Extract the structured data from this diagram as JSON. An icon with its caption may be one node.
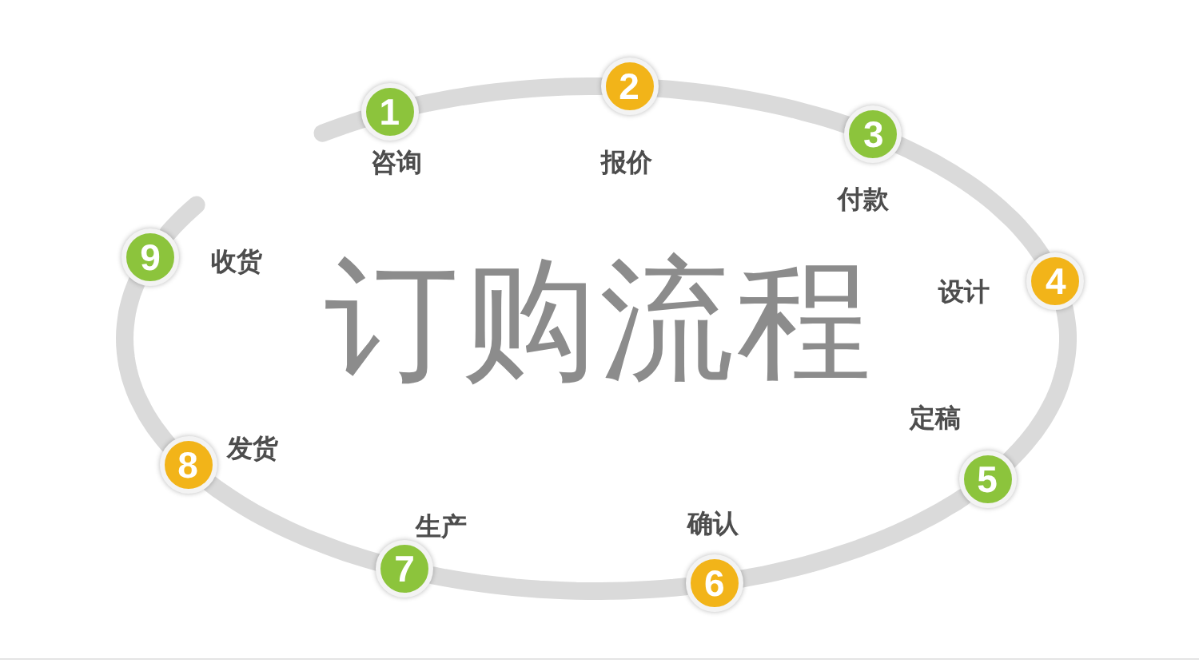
{
  "diagram": {
    "title": "订购流程",
    "nodes": [
      {
        "text": [
          "1"
        ],
        "beside": [
          "咨询"
        ]
      },
      {
        "text": [
          "2"
        ],
        "beside": [
          "报价"
        ]
      },
      {
        "text": [
          "3"
        ],
        "beside": [
          "付款"
        ]
      },
      {
        "text": [
          "4"
        ],
        "beside": [
          "设计"
        ]
      },
      {
        "text": [
          "5"
        ],
        "beside": [
          "定稿"
        ]
      },
      {
        "text": [
          "6"
        ],
        "beside": [
          "确认"
        ]
      },
      {
        "text": [
          "7"
        ],
        "beside": [
          "生产"
        ]
      },
      {
        "text": [
          "8"
        ],
        "beside": [
          "发货"
        ]
      },
      {
        "text": [
          "9"
        ],
        "beside": [
          "收货"
        ]
      }
    ],
    "edges": [
      {
        "from": null,
        "to": 0,
        "arrow": "none"
      },
      {
        "from": 0,
        "to": 1,
        "arrow": "none"
      },
      {
        "from": 1,
        "to": 2,
        "arrow": "none"
      },
      {
        "from": 2,
        "to": 3,
        "arrow": "none"
      },
      {
        "from": 3,
        "to": 4,
        "arrow": "none"
      },
      {
        "from": 4,
        "to": 5,
        "arrow": "none"
      },
      {
        "from": 5,
        "to": 6,
        "arrow": "none"
      },
      {
        "from": 6,
        "to": 7,
        "arrow": "none"
      },
      {
        "from": 7,
        "to": 8,
        "arrow": "none"
      },
      {
        "from": 8,
        "to": null,
        "arrow": "none"
      }
    ]
  }
}
